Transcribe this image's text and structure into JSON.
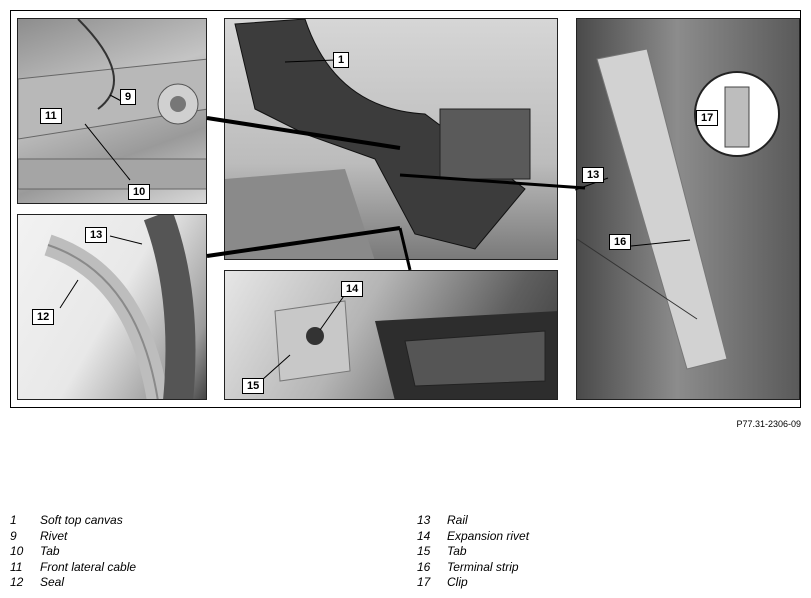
{
  "figure": {
    "reference": "P77.31-2306-09",
    "callouts": {
      "c1": "1",
      "c9": "9",
      "c10": "10",
      "c11": "11",
      "c12": "12",
      "c13a": "13",
      "c13b": "13",
      "c14": "14",
      "c15": "15",
      "c16": "16",
      "c17": "17"
    }
  },
  "legend": {
    "left": [
      {
        "num": "1",
        "text": "Soft top canvas"
      },
      {
        "num": "9",
        "text": "Rivet"
      },
      {
        "num": "10",
        "text": "Tab"
      },
      {
        "num": "11",
        "text": "Front lateral cable"
      },
      {
        "num": "12",
        "text": "Seal"
      }
    ],
    "right": [
      {
        "num": "13",
        "text": "Rail"
      },
      {
        "num": "14",
        "text": "Expansion rivet"
      },
      {
        "num": "15",
        "text": "Tab"
      },
      {
        "num": "16",
        "text": "Terminal strip"
      },
      {
        "num": "17",
        "text": "Clip"
      }
    ]
  }
}
